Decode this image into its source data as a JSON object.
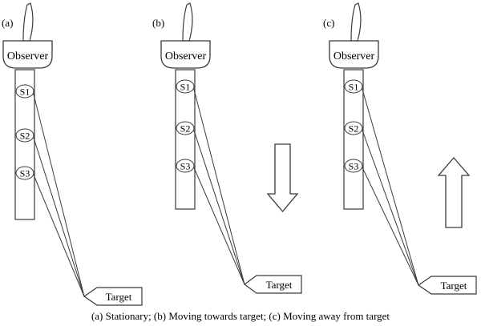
{
  "panels": [
    {
      "id": "a",
      "tag": "(a)",
      "observer_label": "Observer",
      "sensors": [
        "S1",
        "S2",
        "S3"
      ],
      "target_label": "Target",
      "motion_arrow": "none"
    },
    {
      "id": "b",
      "tag": "(b)",
      "observer_label": "Observer",
      "sensors": [
        "S1",
        "S2",
        "S3"
      ],
      "target_label": "Target",
      "motion_arrow": "down"
    },
    {
      "id": "c",
      "tag": "(c)",
      "observer_label": "Observer",
      "sensors": [
        "S1",
        "S2",
        "S3"
      ],
      "target_label": "Target",
      "motion_arrow": "up"
    }
  ],
  "caption": "(a) Stationary; (b) Moving towards target; (c) Moving away from target"
}
